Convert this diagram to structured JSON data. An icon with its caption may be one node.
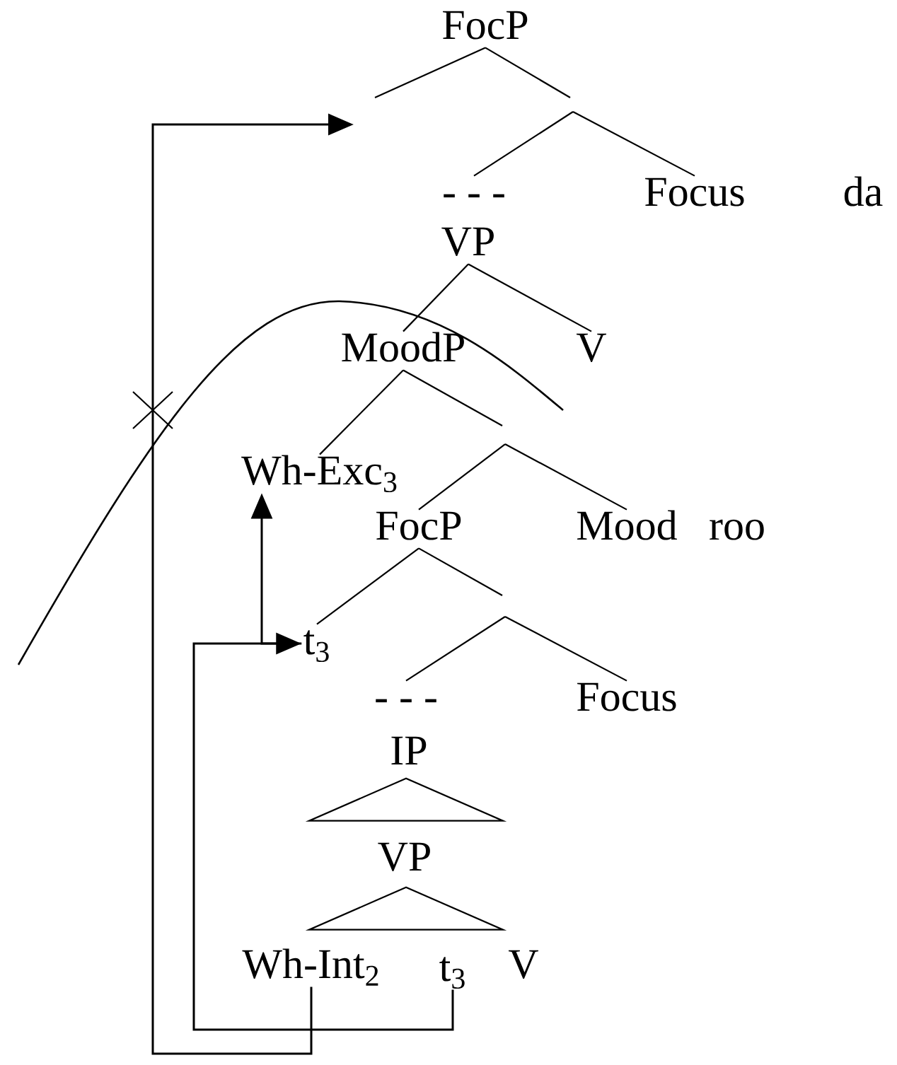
{
  "diagram": {
    "nodes": [
      {
        "text": [
          "FocP"
        ]
      },
      {
        "text": [
          "- - -"
        ]
      },
      {
        "text": [
          "Focus"
        ]
      },
      {
        "text": [
          "VP"
        ]
      },
      {
        "text": [
          "MoodP"
        ]
      },
      {
        "text": [
          "V"
        ]
      },
      {
        "text": [
          "Wh-Exc$_{3}$"
        ]
      },
      {
        "text": [
          "FocP"
        ]
      },
      {
        "text": [
          "Mood"
        ]
      },
      {
        "text": [
          "t$_{3}$"
        ]
      },
      {
        "text": [
          "- - -"
        ]
      },
      {
        "text": [
          "Focus"
        ]
      },
      {
        "text": [
          "IP"
        ]
      },
      {
        "text": [],
        "shape": "triangle"
      },
      {
        "text": [
          "VP"
        ]
      },
      {
        "text": [],
        "shape": "triangle"
      },
      {
        "text": [
          "Wh-Int$_{2}$"
        ]
      },
      {
        "text": [
          "t$_{3}$"
        ]
      },
      {
        "text": [
          "V"
        ]
      }
    ],
    "edges": [
      {
        "from": 0,
        "to": null,
        "arrow": "none"
      },
      {
        "from": 0,
        "to": null,
        "arrow": "none"
      },
      {
        "from": null,
        "to": 1,
        "arrow": "none"
      },
      {
        "from": null,
        "to": 2,
        "arrow": "none"
      },
      {
        "from": 3,
        "to": 4,
        "arrow": "none"
      },
      {
        "from": 3,
        "to": 5,
        "arrow": "none"
      },
      {
        "from": 4,
        "to": 6,
        "arrow": "none"
      },
      {
        "from": 4,
        "to": null,
        "arrow": "none"
      },
      {
        "from": null,
        "to": 7,
        "arrow": "none"
      },
      {
        "from": null,
        "to": 8,
        "arrow": "none"
      },
      {
        "from": 7,
        "to": 9,
        "arrow": "none"
      },
      {
        "from": 7,
        "to": null,
        "arrow": "none"
      },
      {
        "from": null,
        "to": 10,
        "arrow": "none"
      },
      {
        "from": null,
        "to": 11,
        "arrow": "none"
      },
      {
        "from": 16,
        "to": null,
        "arrow": "to"
      },
      {
        "from": 17,
        "to": 9,
        "arrow": "to"
      },
      {
        "from": 9,
        "to": 6,
        "arrow": "to"
      }
    ],
    "labels": [
      "da",
      "roo"
    ]
  }
}
